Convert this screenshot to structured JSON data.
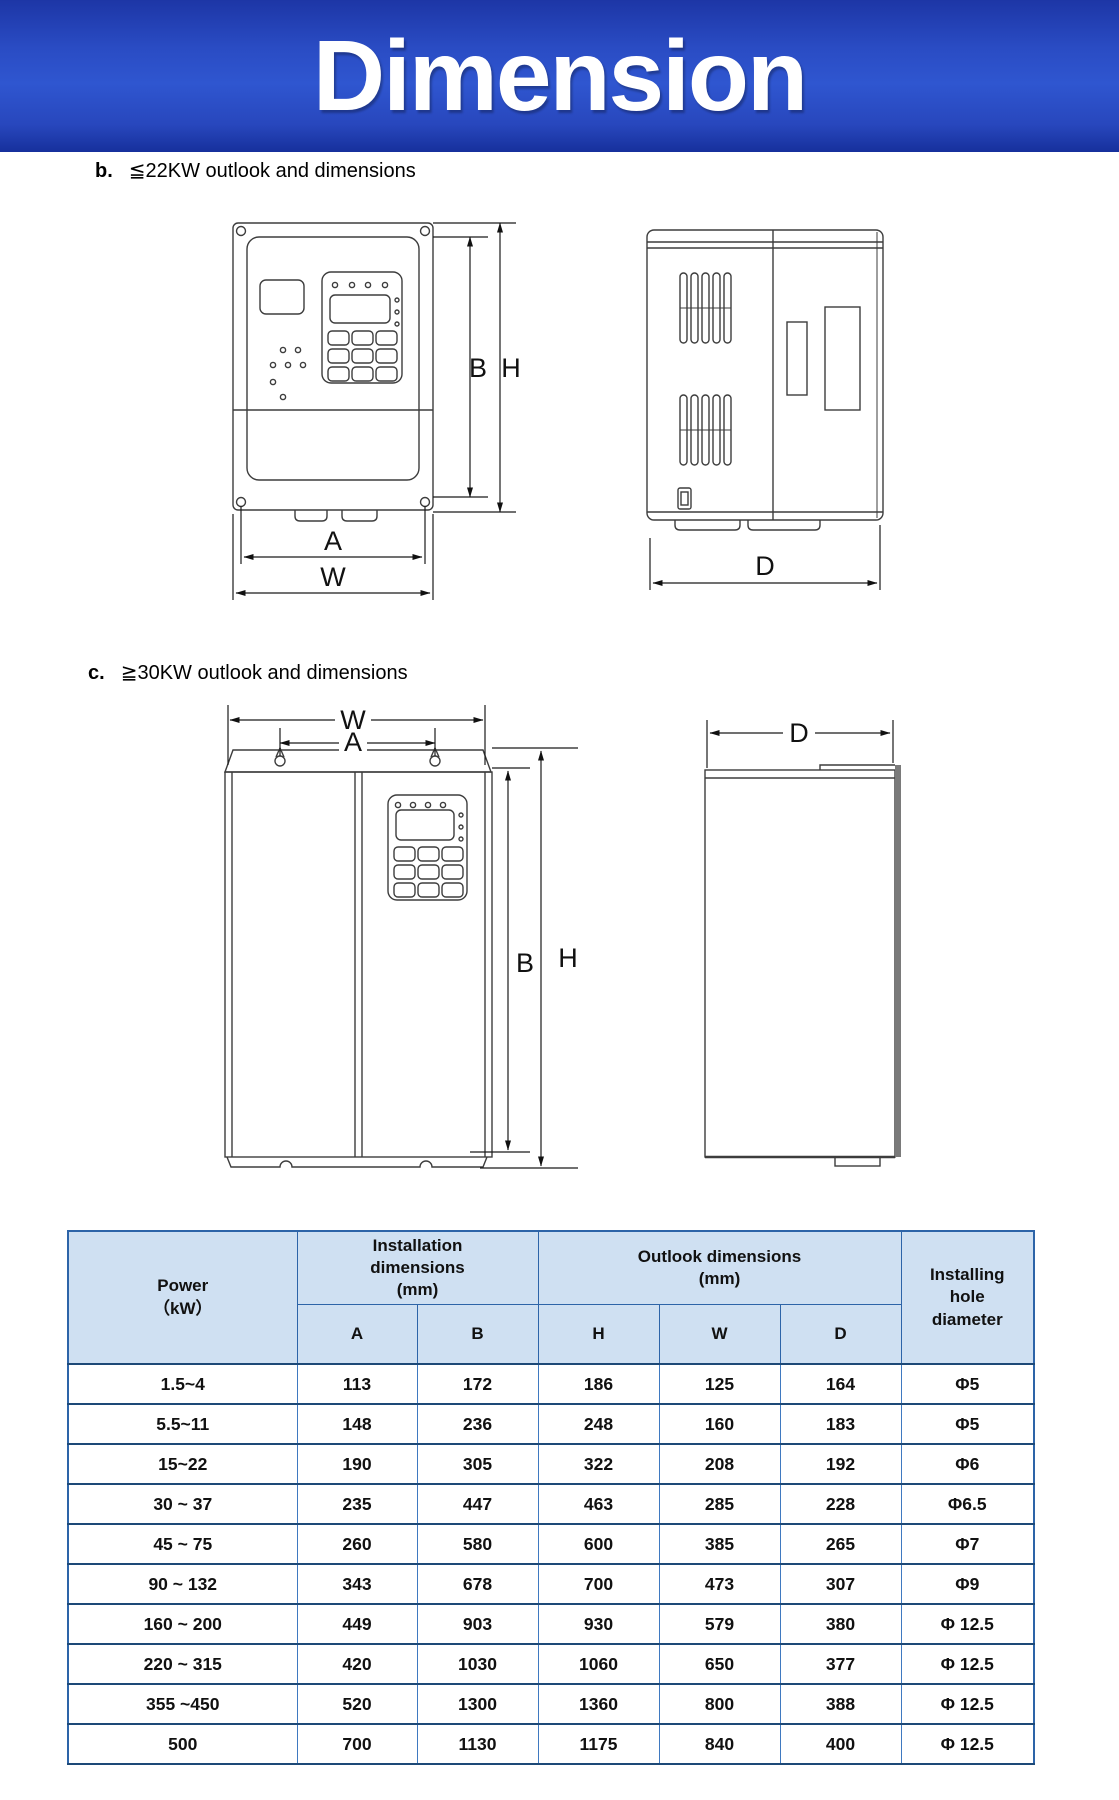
{
  "banner": {
    "title": "Dimension"
  },
  "section_b": {
    "index": "b.",
    "title": "≦22KW outlook and dimensions"
  },
  "section_c": {
    "index": "c.",
    "title": "≧30KW outlook and dimensions"
  },
  "dims": {
    "A": "A",
    "B": "B",
    "H": "H",
    "W": "W",
    "D": "D"
  },
  "table": {
    "col_power": "Power",
    "col_power_unit": "（kW）",
    "col_installation": "Installation\ndimensions\n(mm)",
    "col_outlook": "Outlook dimensions\n(mm)",
    "col_hole": "Installing\nhole\ndiameter",
    "sub_headers": [
      "A",
      "B",
      "H",
      "W",
      "D"
    ],
    "rows": [
      [
        "1.5~4",
        "113",
        "172",
        "186",
        "125",
        "164",
        "Φ5"
      ],
      [
        "5.5~11",
        "148",
        "236",
        "248",
        "160",
        "183",
        "Φ5"
      ],
      [
        "15~22",
        "190",
        "305",
        "322",
        "208",
        "192",
        "Φ6"
      ],
      [
        "30 ~ 37",
        "235",
        "447",
        "463",
        "285",
        "228",
        "Φ6.5"
      ],
      [
        "45 ~ 75",
        "260",
        "580",
        "600",
        "385",
        "265",
        "Φ7"
      ],
      [
        "90 ~ 132",
        "343",
        "678",
        "700",
        "473",
        "307",
        "Φ9"
      ],
      [
        "160 ~ 200",
        "449",
        "903",
        "930",
        "579",
        "380",
        "Φ 12.5"
      ],
      [
        "220 ~ 315",
        "420",
        "1030",
        "1060",
        "650",
        "377",
        "Φ 12.5"
      ],
      [
        "355 ~450",
        "520",
        "1300",
        "1360",
        "800",
        "388",
        "Φ 12.5"
      ],
      [
        "500",
        "700",
        "1130",
        "1175",
        "840",
        "400",
        "Φ 12.5"
      ]
    ]
  }
}
